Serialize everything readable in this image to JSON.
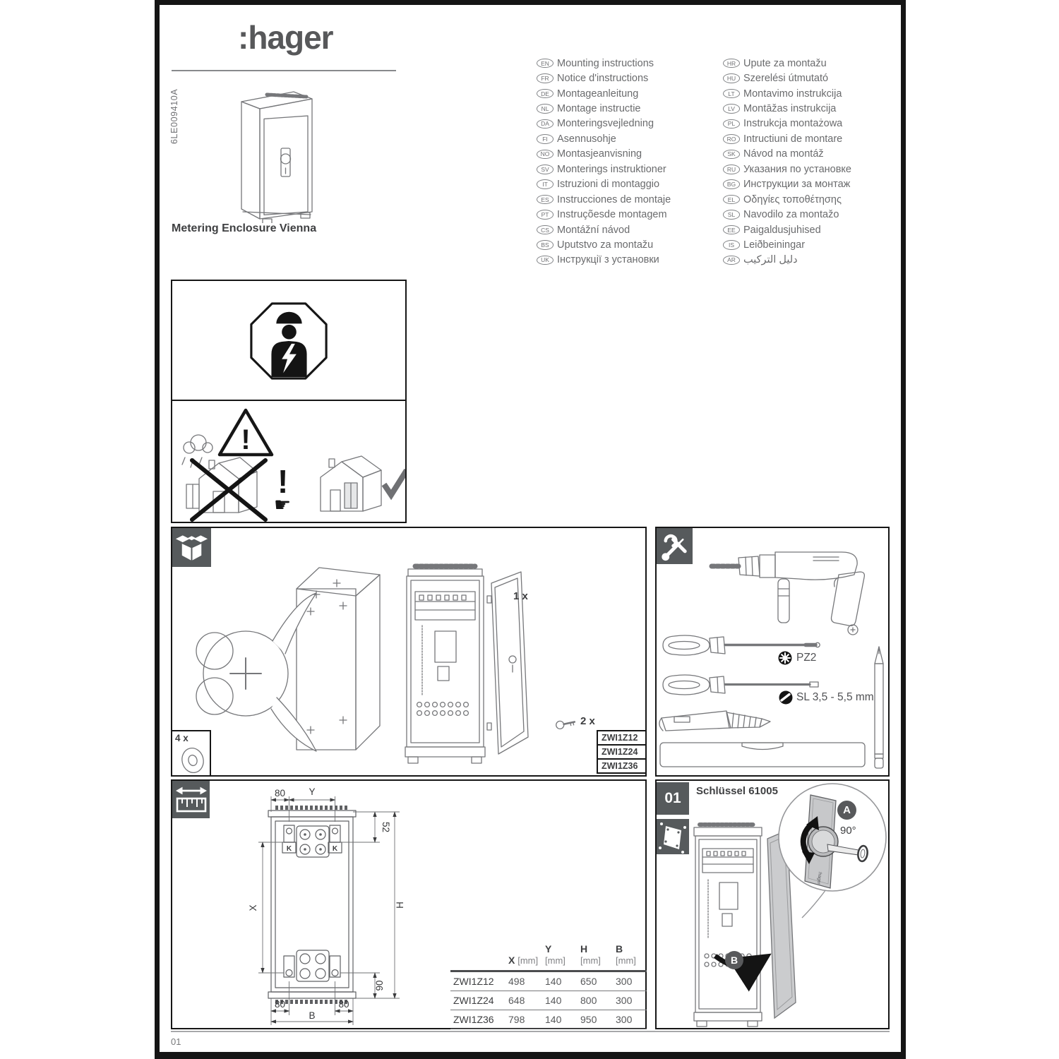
{
  "colors": {
    "accent_square": "#565a5c",
    "frame_black": "#151515",
    "text_dark": "#3f4042",
    "text_gray": "#6a6b6d",
    "line_art": "#76777a",
    "door_shade": "#cbccce"
  },
  "header": {
    "logo": ":hager",
    "doc_code": "6LE009410A",
    "product_title": "Metering Enclosure Vienna"
  },
  "languages": {
    "left": [
      {
        "code": "EN",
        "label": "Mounting instructions"
      },
      {
        "code": "FR",
        "label": "Notice d'instructions"
      },
      {
        "code": "DE",
        "label": "Montageanleitung"
      },
      {
        "code": "NL",
        "label": "Montage instructie"
      },
      {
        "code": "DA",
        "label": "Monteringsvejledning"
      },
      {
        "code": "FI",
        "label": "Asennusohje"
      },
      {
        "code": "NO",
        "label": "Montasjeanvisning"
      },
      {
        "code": "SV",
        "label": "Monterings instruktioner"
      },
      {
        "code": "IT",
        "label": "Istruzioni di montaggio"
      },
      {
        "code": "ES",
        "label": "Instrucciones de montaje"
      },
      {
        "code": "PT",
        "label": "Instruçõesde montagem"
      },
      {
        "code": "CS",
        "label": "Montážní návod"
      },
      {
        "code": "BS",
        "label": "Uputstvo za montažu"
      },
      {
        "code": "UK",
        "label": "Інструкції з установки"
      }
    ],
    "right": [
      {
        "code": "HR",
        "label": "Upute za montažu"
      },
      {
        "code": "HU",
        "label": "Szerelési útmutató"
      },
      {
        "code": "LT",
        "label": "Montavimo instrukcija"
      },
      {
        "code": "LV",
        "label": "Montāžas instrukcija"
      },
      {
        "code": "PL",
        "label": "Instrukcja montażowa"
      },
      {
        "code": "RO",
        "label": "Intructiuni de montare"
      },
      {
        "code": "SK",
        "label": "Návod na montáž"
      },
      {
        "code": "RU",
        "label": "Указания по установке"
      },
      {
        "code": "BG",
        "label": "Инструкции за монтаж"
      },
      {
        "code": "EL",
        "label": "Οδηγίες τοποθέτησης"
      },
      {
        "code": "SL",
        "label": "Navodilo za montažo"
      },
      {
        "code": "EE",
        "label": "Paigaldusjuhised"
      },
      {
        "code": "IS",
        "label": "Leiðbeiningar"
      },
      {
        "code": "AR",
        "label": "دليل التركيب"
      }
    ]
  },
  "warning": {
    "triangle_mark": "!",
    "exclamation": "!",
    "hand": "☛"
  },
  "packaging": {
    "enclosure_count": "1 x",
    "key_count": "2 x",
    "washer_count": "4 x",
    "models": [
      "ZWI1Z12",
      "ZWI1Z24",
      "ZWI1Z36"
    ]
  },
  "tools": {
    "pozidriv_label": "PZ2",
    "slotted_label": "SL 3,5 - 5,5 mm"
  },
  "dims": {
    "top_80": "80",
    "top_y": "Y",
    "right_52": "52",
    "left_x": "X",
    "right_h": "H",
    "right_90": "90",
    "bottom_80_left": "80",
    "bottom_b": "B",
    "bottom_80_right": "80",
    "bracket_k_left": "K",
    "bracket_k_right": "K",
    "table": {
      "headers": [
        {
          "key": "X",
          "unit": "[mm]"
        },
        {
          "key": "Y",
          "unit": "[mm]"
        },
        {
          "key": "H",
          "unit": "[mm]"
        },
        {
          "key": "B",
          "unit": "[mm]"
        }
      ],
      "rows": [
        {
          "model": "ZWI1Z12",
          "x": "498",
          "y": "140",
          "h": "650",
          "b": "300"
        },
        {
          "model": "ZWI1Z24",
          "x": "648",
          "y": "140",
          "h": "800",
          "b": "300"
        },
        {
          "model": "ZWI1Z36",
          "x": "798",
          "y": "140",
          "h": "950",
          "b": "300"
        }
      ]
    }
  },
  "step01": {
    "number": "01",
    "title": "Schlüssel 61005",
    "badge_a": "A",
    "angle": "90°",
    "badge_b": "B",
    "plate_brand": ":hager"
  },
  "footer": {
    "page": "01"
  }
}
